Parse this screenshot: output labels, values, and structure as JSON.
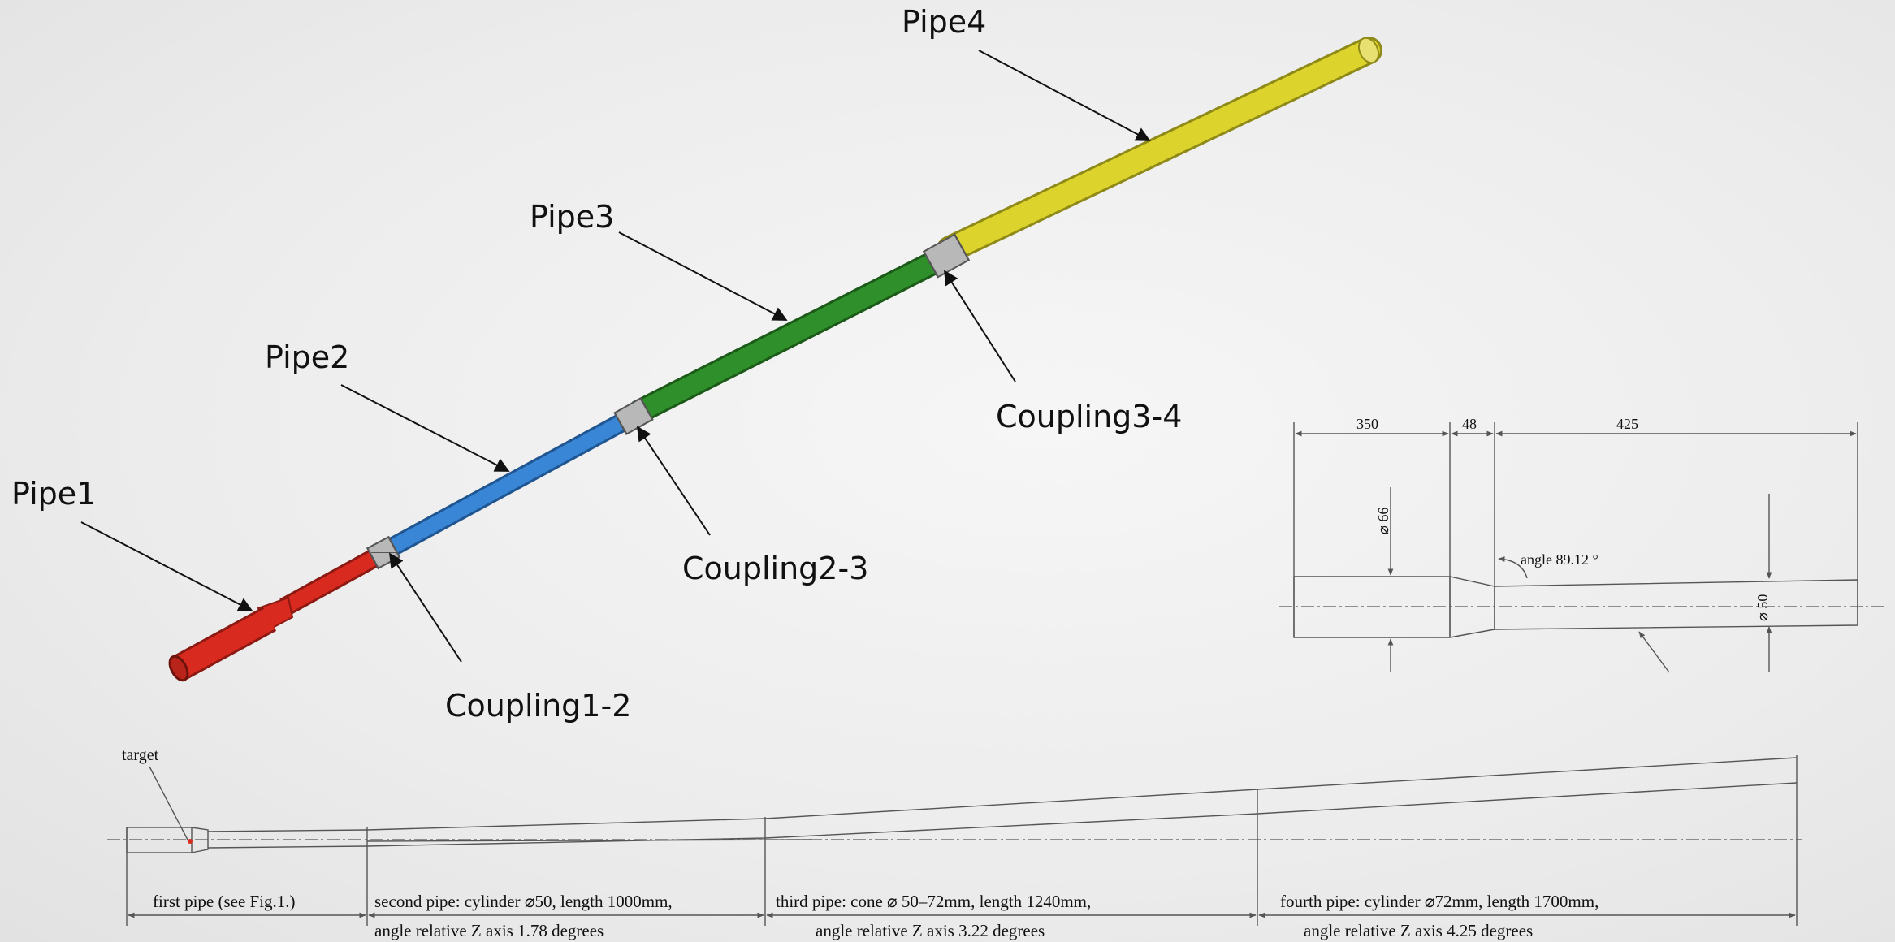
{
  "model3d": {
    "labels": {
      "pipe1": "Pipe1",
      "pipe2": "Pipe2",
      "pipe3": "Pipe3",
      "pipe4": "Pipe4",
      "coupling12": "Coupling1-2",
      "coupling23": "Coupling2-3",
      "coupling34": "Coupling3-4"
    },
    "colors": {
      "pipe1": "#d92a1f",
      "pipe2": "#3a86d6",
      "pipe3": "#2f8f2b",
      "pipe4": "#dcd42c",
      "coupling": "#b8b8b8"
    }
  },
  "first_pipe_drawing": {
    "dims": {
      "a": "350",
      "b": "48",
      "c": "425"
    },
    "diameter_left": "⌀ 66",
    "diameter_right": "⌀ 50",
    "angle": "angle 89.12 °"
  },
  "layout_drawing": {
    "target": "target",
    "captions": {
      "first": "first pipe (see Fig.1.)",
      "second_l1": "second pipe: cylinder   ⌀50, length 1000mm,",
      "second_l2": "angle relative Z axis 1.78 degrees",
      "third_l1": "third pipe: cone   ⌀ 50–72mm, length 1240mm,",
      "third_l2": "angle relative Z axis 3.22 degrees",
      "fourth_l1": "fourth pipe: cylinder     ⌀72mm, length 1700mm,",
      "fourth_l2": "angle relative Z axis 4.25 degrees"
    }
  }
}
